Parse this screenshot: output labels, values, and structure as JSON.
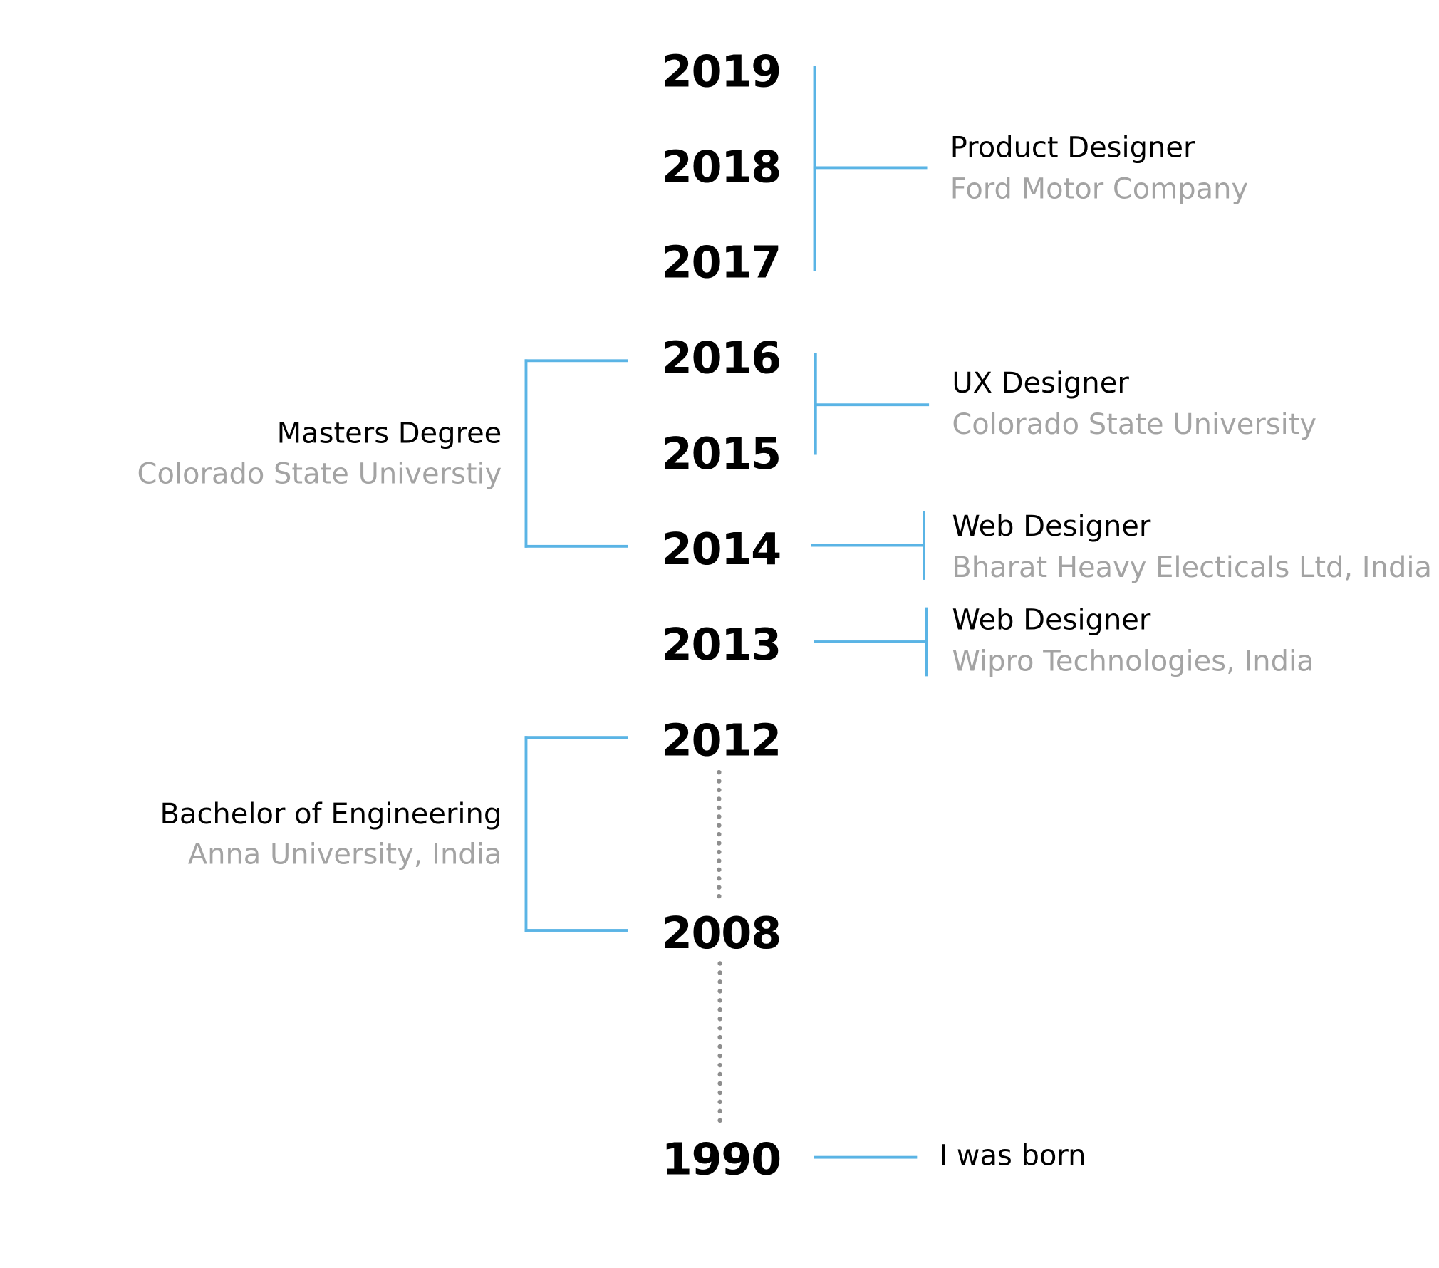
{
  "timeline": {
    "years": [
      "2019",
      "2018",
      "2017",
      "2016",
      "2015",
      "2014",
      "2013",
      "2012",
      "2008",
      "1990"
    ],
    "work": [
      {
        "title": "Product Designer",
        "org": "Ford Motor Company"
      },
      {
        "title": "UX Designer",
        "org": "Colorado State University"
      },
      {
        "title": "Web Designer",
        "org": "Bharat Heavy Electicals Ltd, India"
      },
      {
        "title": "Web Designer",
        "org": "Wipro Technologies, India"
      }
    ],
    "education": [
      {
        "title": "Masters Degree",
        "org": "Colorado State Universtiy"
      },
      {
        "title": "Bachelor of Engineering",
        "org": "Anna University, India"
      }
    ],
    "birth_label": "I was born",
    "accent_color": "#5ab4e5",
    "subtitle_color": "#a3a3a3",
    "dotted_color": "#8e8e8e"
  }
}
